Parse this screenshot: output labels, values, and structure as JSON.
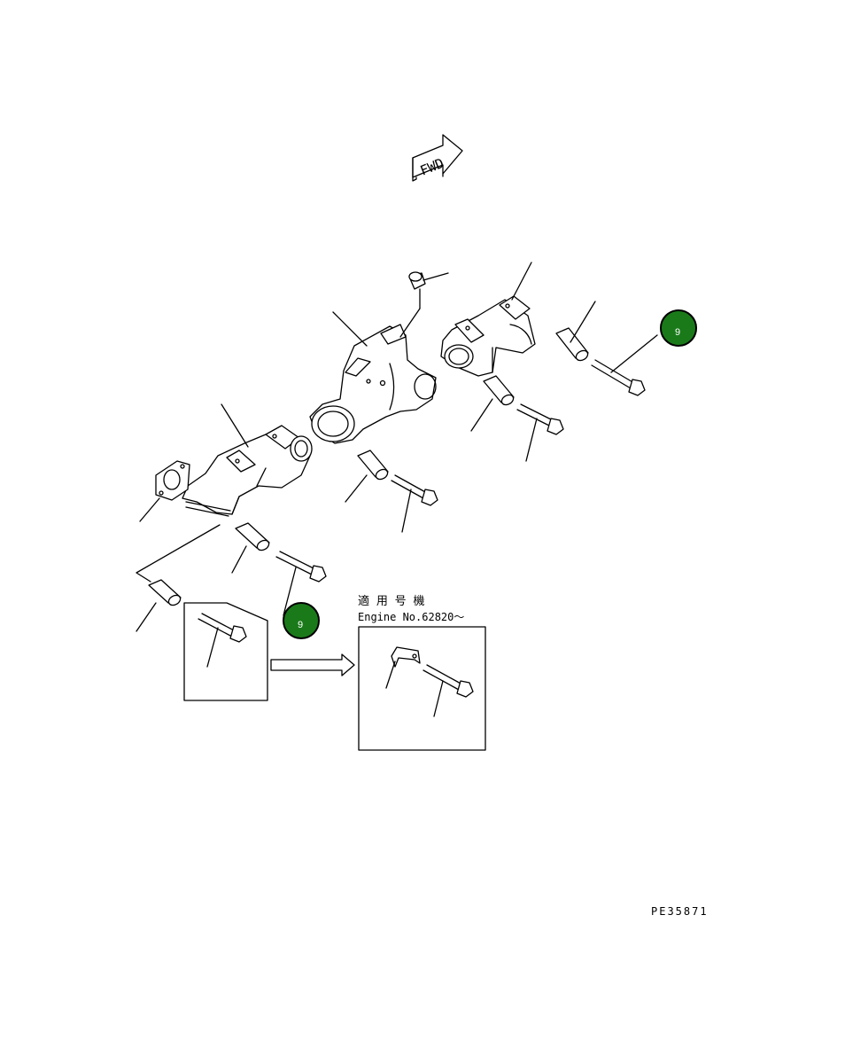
{
  "fwd_label": "FWD",
  "applicable_title": "適 用 号 機",
  "engine_number": "Engine No.62820～",
  "drawing_code": "PE35871",
  "callout_badges": [
    {
      "label": "9",
      "color": "#1a7a1a"
    },
    {
      "label": "9",
      "color": "#1a7a1a"
    }
  ],
  "colors": {
    "line": "#000000",
    "background": "#ffffff",
    "badge": "#1a7a1a"
  }
}
